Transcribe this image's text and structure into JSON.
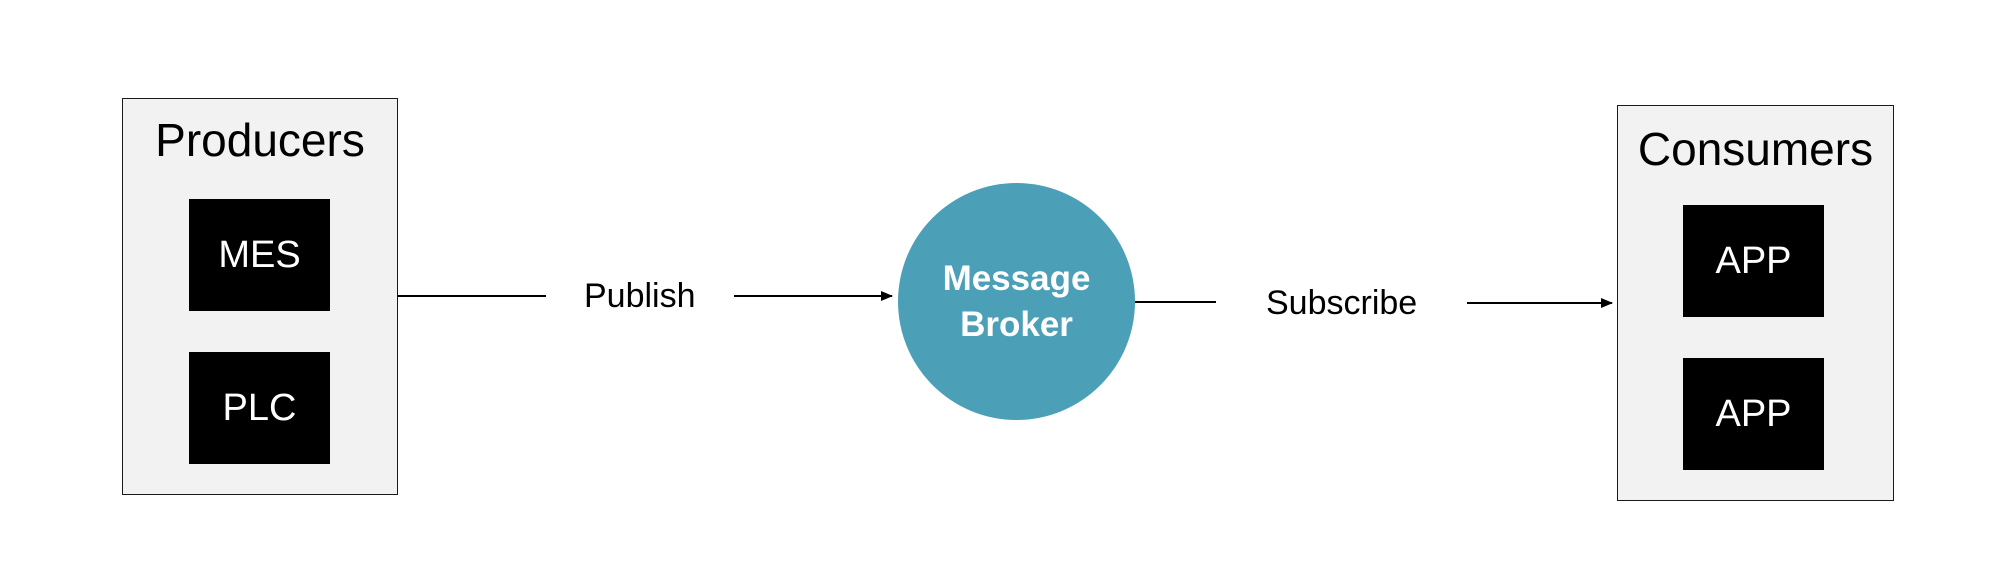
{
  "producers": {
    "title": "Producers",
    "nodes": [
      "MES",
      "PLC"
    ]
  },
  "broker": {
    "label": "Message\nBroker",
    "color": "#4ba0b8"
  },
  "consumers": {
    "title": "Consumers",
    "nodes": [
      "APP",
      "APP"
    ]
  },
  "edges": {
    "publish_label": "Publish",
    "subscribe_label": "Subscribe"
  }
}
